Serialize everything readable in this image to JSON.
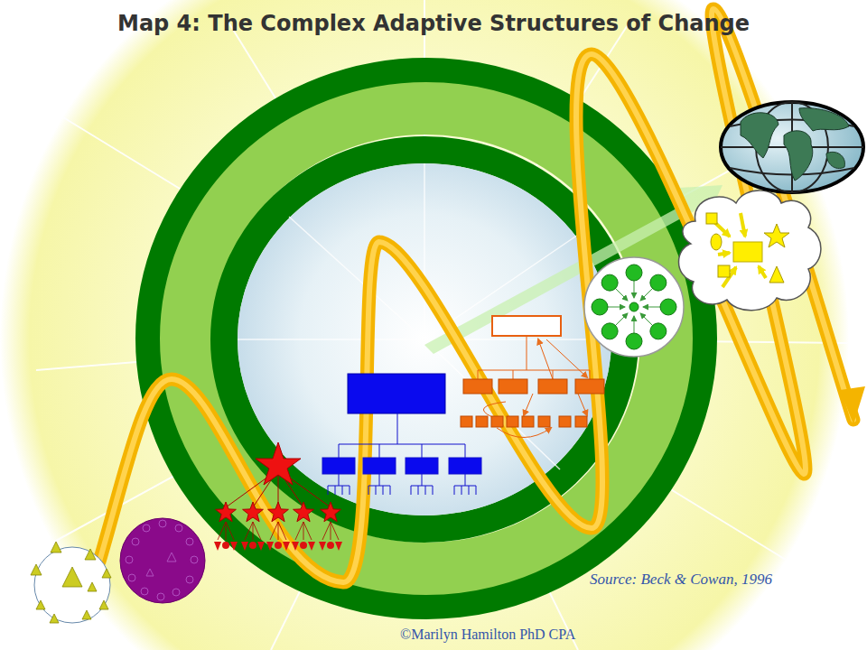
{
  "diagram": {
    "title": "Map 4: The Complex Adaptive Structures of Change",
    "labels": [
      "Source: Beck & Cowan, 1996",
      "©Marilyn Hamilton PhD CPA"
    ]
  }
}
